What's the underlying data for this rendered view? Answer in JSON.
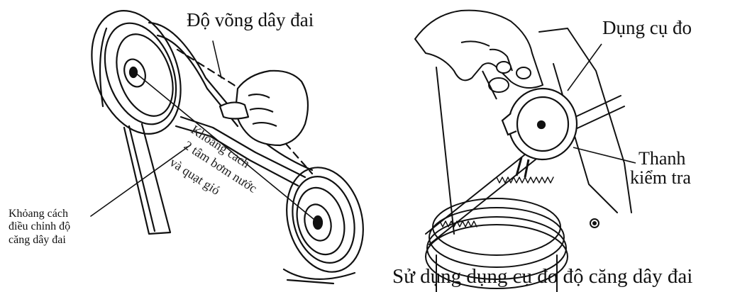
{
  "labels": {
    "belt_sag": "Độ võng dây đai",
    "pulley_distance": [
      "Khỏang cách",
      "2 tâm bơm nước",
      "và quạt gió"
    ],
    "adjust_distance": [
      "Khỏang cách",
      "điều chỉnh độ",
      "căng dây đai"
    ],
    "gauge": "Dụng cụ đo",
    "check_bar": [
      "Thanh",
      "kiểm tra"
    ],
    "caption": "Sử dụng dụng cụ đo độ căng dây đai"
  },
  "colors": {
    "ink": "#111111",
    "paper": "#ffffff"
  },
  "icons": {
    "hand_pressing": "fist-hand-icon",
    "hand_holding": "hand-holding-gauge-icon",
    "tension_gauge": "tension-gauge-icon"
  }
}
